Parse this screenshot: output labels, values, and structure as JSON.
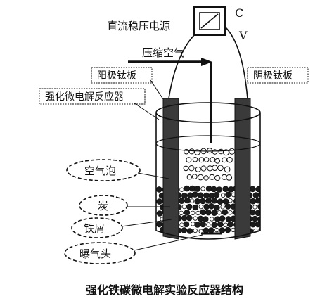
{
  "labels": {
    "power_supply": "直流稳压电源",
    "current": "C",
    "voltage": "V",
    "compressed_air": "压缩空气",
    "anode_plate": "阳极钛板",
    "cathode_plate": "阴极钛板",
    "reactor": "强化微电解反应器",
    "air_bubbles": "空气泡",
    "carbon": "炭",
    "iron_filings": "铁屑",
    "aerator": "曝气头"
  },
  "caption": "强化铁碳微电解实验反应器结构",
  "colors": {
    "ink": "#111111",
    "plate": "#3a3a3a",
    "particle": "#1c1c1c",
    "bubble": "#ffffff"
  }
}
